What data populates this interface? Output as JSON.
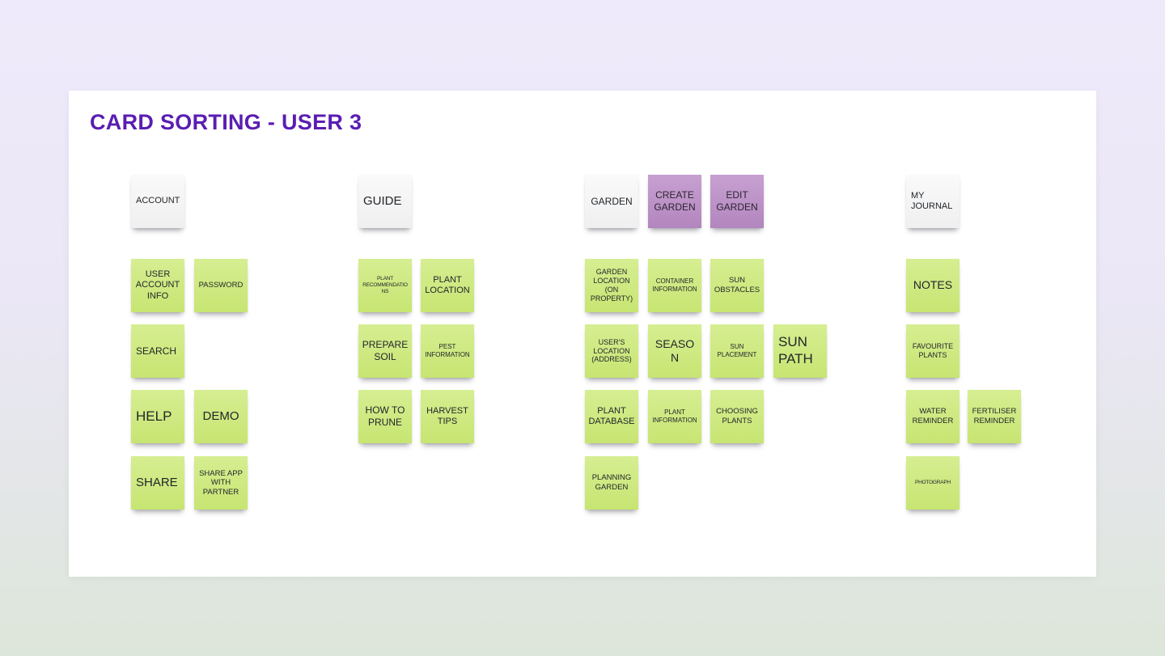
{
  "title": "CARD SORTING - USER 3",
  "colors": {
    "title_purple": "#5a1db2",
    "sticky_green": "#cbe87b",
    "sticky_white": "#f6f6f6",
    "sticky_purple": "#bb90c6",
    "canvas_white": "#ffffff"
  },
  "groups": [
    {
      "id": "account",
      "headers": [
        {
          "label": "ACCOUNT",
          "color": "white"
        }
      ],
      "cards": [
        {
          "label": "USER ACCOUNT INFO"
        },
        {
          "label": "PASSWORD"
        },
        {
          "label": "SEARCH"
        },
        {
          "label": "HELP"
        },
        {
          "label": "DEMO"
        },
        {
          "label": "SHARE"
        },
        {
          "label": "SHARE APP WITH PARTNER"
        }
      ]
    },
    {
      "id": "guide",
      "headers": [
        {
          "label": "GUIDE",
          "color": "white"
        }
      ],
      "cards": [
        {
          "label": "PLANT RECOMMENDATIONS"
        },
        {
          "label": "PLANT LOCATION"
        },
        {
          "label": "PREPARE SOIL"
        },
        {
          "label": "PEST INFORMATION"
        },
        {
          "label": "HOW TO PRUNE"
        },
        {
          "label": "HARVEST TIPS"
        }
      ]
    },
    {
      "id": "garden",
      "headers": [
        {
          "label": "GARDEN",
          "color": "white"
        },
        {
          "label": "CREATE GARDEN",
          "color": "purple"
        },
        {
          "label": "EDIT GARDEN",
          "color": "purple"
        }
      ],
      "cards": [
        {
          "label": "GARDEN LOCATION (ON PROPERTY)"
        },
        {
          "label": "CONTAINER INFORMATION"
        },
        {
          "label": "SUN OBSTACLES"
        },
        {
          "label": "USER'S LOCATION (ADDRESS)"
        },
        {
          "label": "SEASON"
        },
        {
          "label": "SUN PLACEMENT"
        },
        {
          "label": "SUN PATH"
        },
        {
          "label": "PLANT DATABASE"
        },
        {
          "label": "PLANT INFORMATION"
        },
        {
          "label": "CHOOSING PLANTS"
        },
        {
          "label": "PLANNING GARDEN"
        }
      ]
    },
    {
      "id": "my-journal",
      "headers": [
        {
          "label": "MY JOURNAL",
          "color": "white"
        }
      ],
      "cards": [
        {
          "label": "NOTES"
        },
        {
          "label": "FAVOURITE PLANTS"
        },
        {
          "label": "WATER REMINDER"
        },
        {
          "label": "FERTILISER REMINDER"
        },
        {
          "label": "PHOTOGRAPH"
        }
      ]
    }
  ]
}
